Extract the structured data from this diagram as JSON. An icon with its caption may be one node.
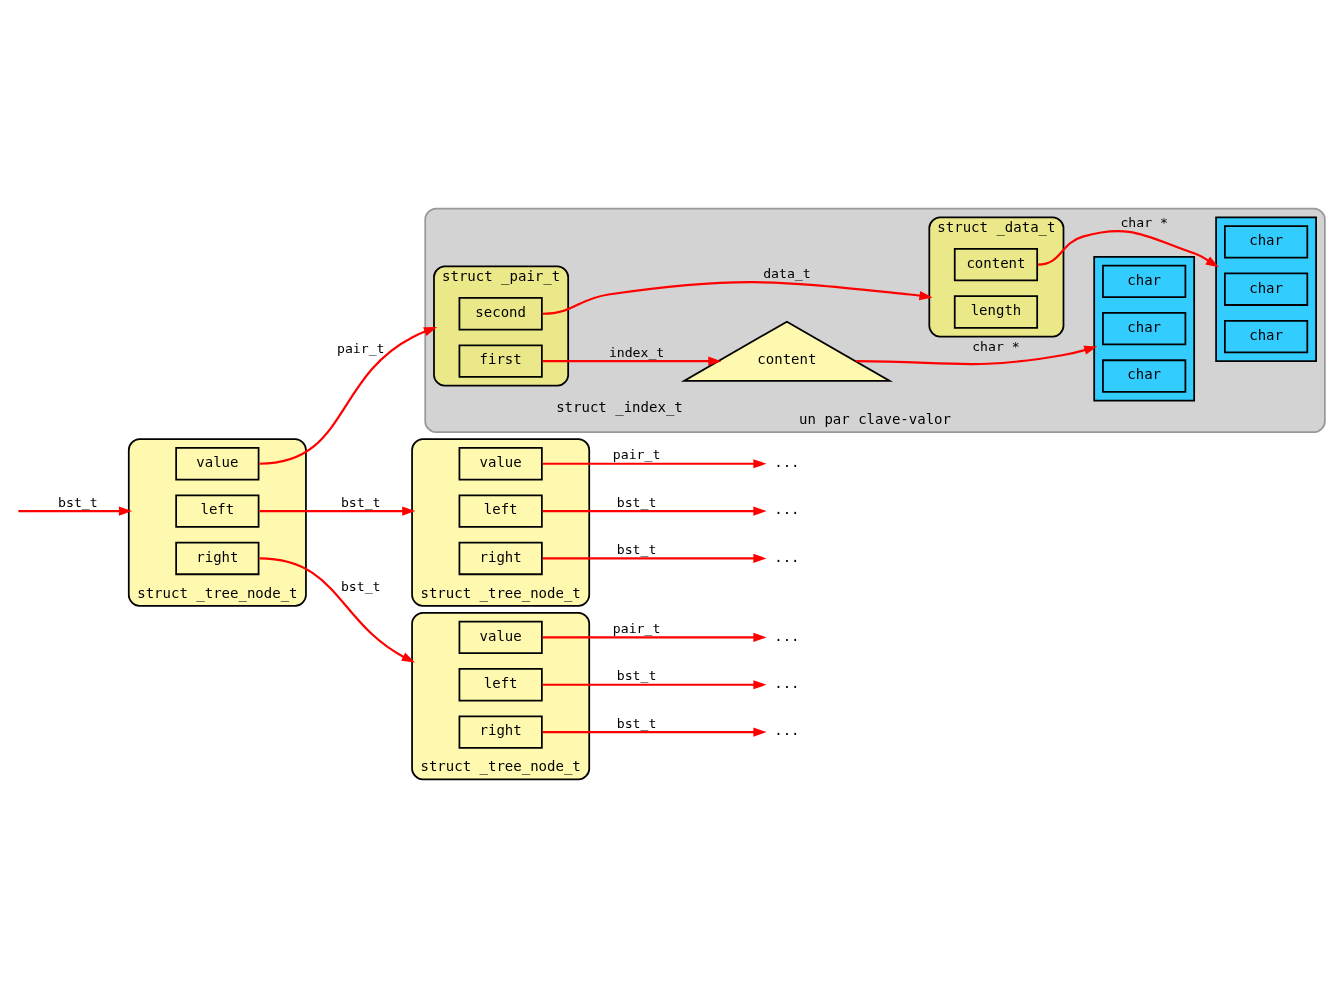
{
  "diagram": {
    "nodes": [
      {
        "text": [
          "un par clave-valor"
        ]
      },
      {
        "text": [
          "content"
        ],
        "beside": [
          "struct _index_t"
        ],
        "in": 0
      },
      {
        "text": [],
        "shape": "box",
        "in": 0
      },
      {
        "text": [
          "char"
        ],
        "in": 2
      },
      {
        "text": [
          "char"
        ],
        "in": 2
      },
      {
        "text": [
          "char"
        ],
        "in": 2
      },
      {
        "text": [
          "struct _pair_t"
        ],
        "in": 0
      },
      {
        "text": [
          "first"
        ],
        "in": 6
      },
      {
        "text": [
          "second"
        ],
        "in": 6
      },
      {
        "text": [
          "struct _data_t"
        ],
        "in": 0
      },
      {
        "text": [
          "content"
        ],
        "in": 9
      },
      {
        "text": [
          "length"
        ],
        "in": 9
      },
      {
        "text": [],
        "shape": "box",
        "in": 0
      },
      {
        "text": [
          "char"
        ],
        "in": 12
      },
      {
        "text": [
          "char"
        ],
        "in": 12
      },
      {
        "text": [
          "char"
        ],
        "in": 12
      },
      {
        "text": [
          "struct _tree_node_t"
        ]
      },
      {
        "text": [
          "value"
        ],
        "in": 16
      },
      {
        "text": [
          "left"
        ],
        "in": 16
      },
      {
        "text": [
          "right"
        ],
        "in": 16
      },
      {
        "text": [
          "struct _tree_node_t"
        ]
      },
      {
        "text": [
          "value"
        ],
        "in": 20
      },
      {
        "text": [
          "left"
        ],
        "in": 20
      },
      {
        "text": [
          "right"
        ],
        "in": 20
      },
      {
        "text": [
          "struct _tree_node_t"
        ]
      },
      {
        "text": [
          "value"
        ],
        "in": 24
      },
      {
        "text": [
          "left"
        ],
        "in": 24
      },
      {
        "text": [
          "right"
        ],
        "in": 24
      },
      {
        "text": [
          "..."
        ]
      },
      {
        "text": [
          "..."
        ]
      },
      {
        "text": [
          "..."
        ]
      },
      {
        "text": [
          "..."
        ]
      },
      {
        "text": [
          "..."
        ]
      },
      {
        "text": [
          "..."
        ]
      }
    ],
    "edges": [
      {
        "from": null,
        "to": 16,
        "arrow": "to",
        "label": "bst_t"
      },
      {
        "from": 17,
        "to": 6,
        "arrow": "to",
        "label": "pair_t"
      },
      {
        "from": 18,
        "to": 20,
        "arrow": "to",
        "label": "bst_t"
      },
      {
        "from": 19,
        "to": 24,
        "arrow": "to",
        "label": "bst_t"
      },
      {
        "from": 7,
        "to": 1,
        "arrow": "to",
        "label": "index_t"
      },
      {
        "from": 8,
        "to": 9,
        "arrow": "to",
        "label": "data_t"
      },
      {
        "from": 1,
        "to": 2,
        "arrow": "to",
        "label": "char *"
      },
      {
        "from": 10,
        "to": 12,
        "arrow": "to",
        "label": "char *"
      },
      {
        "from": 21,
        "to": 28,
        "arrow": "to",
        "label": "pair_t"
      },
      {
        "from": 22,
        "to": 29,
        "arrow": "to",
        "label": "bst_t"
      },
      {
        "from": 23,
        "to": 30,
        "arrow": "to",
        "label": "bst_t"
      },
      {
        "from": 25,
        "to": 31,
        "arrow": "to",
        "label": "pair_t"
      },
      {
        "from": 26,
        "to": 32,
        "arrow": "to",
        "label": "bst_t"
      },
      {
        "from": 27,
        "to": 33,
        "arrow": "to",
        "label": "bst_t"
      }
    ]
  }
}
